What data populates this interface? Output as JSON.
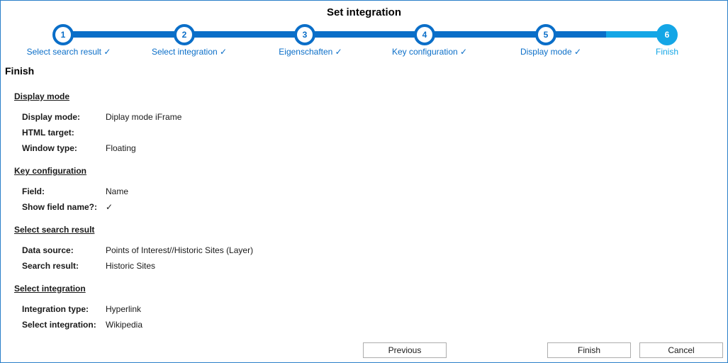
{
  "window": {
    "title": "Set integration"
  },
  "wizard": {
    "steps": [
      {
        "number": "1",
        "label": "Select search result ✓"
      },
      {
        "number": "2",
        "label": "Select integration ✓"
      },
      {
        "number": "3",
        "label": "Eigenschaften ✓"
      },
      {
        "number": "4",
        "label": "Key configuration ✓"
      },
      {
        "number": "5",
        "label": "Display mode ✓"
      },
      {
        "number": "6",
        "label": "Finish"
      }
    ],
    "current_step": 6,
    "colors": {
      "completed": "#0a6ec8",
      "current": "#14a6e6"
    }
  },
  "page": {
    "heading": "Finish"
  },
  "sections": [
    {
      "title": "Display mode",
      "fields": [
        {
          "label": "Display mode:",
          "value": "Diplay mode iFrame"
        },
        {
          "label": "HTML target:",
          "value": ""
        },
        {
          "label": "Window type:",
          "value": "Floating"
        }
      ]
    },
    {
      "title": "Key configuration",
      "fields": [
        {
          "label": "Field:",
          "value": "Name"
        },
        {
          "label": "Show field name?:",
          "value": "✓"
        }
      ]
    },
    {
      "title": "Select search result",
      "fields": [
        {
          "label": "Data source:",
          "value": "Points of Interest//Historic Sites (Layer)"
        },
        {
          "label": "Search result:",
          "value": "Historic Sites"
        }
      ]
    },
    {
      "title": "Select integration",
      "fields": [
        {
          "label": "Integration type:",
          "value": "Hyperlink"
        },
        {
          "label": "Select integration:",
          "value": "Wikipedia"
        }
      ]
    }
  ],
  "buttons": {
    "previous": "Previous",
    "finish": "Finish",
    "cancel": "Cancel"
  }
}
